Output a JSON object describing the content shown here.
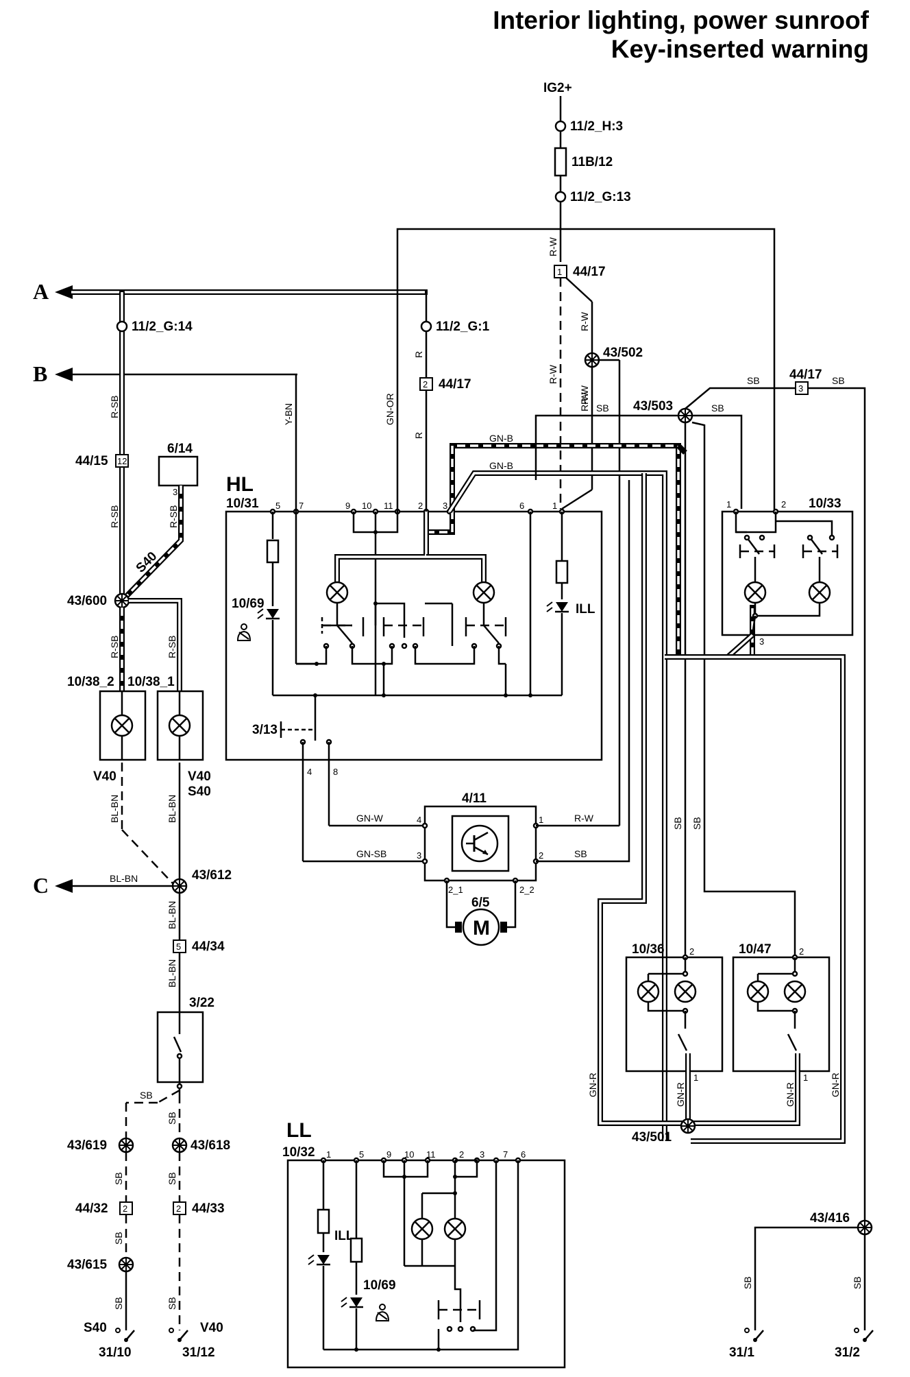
{
  "title": {
    "line1": "Interior lighting, power sunroof",
    "line2": "Key-inserted warning"
  },
  "supply": "IG2+",
  "connectors": {
    "c_11_2_H3": "11/2_H:3",
    "fuse": "11B/12",
    "c_11_2_G13": "11/2_G:13",
    "c_44_17_a": "44/17",
    "c_44_17_a_pin": "1",
    "c_43_502": "43/502",
    "c_11_2_G14": "11/2_G:14",
    "c_11_2_G1": "11/2_G:1",
    "c_44_17_b": "44/17",
    "c_44_17_b_pin": "2",
    "c_43_503": "43/503",
    "c_44_17_c": "44/17",
    "c_44_17_c_pin": "3",
    "c_44_15": "44/15",
    "c_44_15_pin": "12",
    "c_6_14": "6/14",
    "c_43_600": "43/600",
    "c_10_38_2": "10/38_2",
    "c_10_38_1": "10/38_1",
    "c_43_612": "43/612",
    "c_44_34": "44/34",
    "c_44_34_pin": "5",
    "c_3_22": "3/22",
    "c_43_619": "43/619",
    "c_43_618": "43/618",
    "c_44_32": "44/32",
    "c_44_32_pin": "2",
    "c_44_33": "44/33",
    "c_44_33_pin": "2",
    "c_43_615": "43/615",
    "c_31_10": "31/10",
    "c_31_12": "31/12",
    "c_31_1": "31/1",
    "c_31_2": "31/2",
    "c_43_416": "43/416",
    "c_43_501": "43/501",
    "c_10_31": "10/31",
    "c_10_69_hl": "10/69",
    "c_3_13": "3/13",
    "c_4_11": "4/11",
    "c_6_5": "6/5",
    "c_10_33": "10/33",
    "c_10_36": "10/36",
    "c_10_47": "10/47",
    "c_10_32": "10/32",
    "c_10_69_ll": "10/69"
  },
  "section_labels": {
    "hl": "HL",
    "ll": "LL",
    "ill_hl": "ILL",
    "ill_ll": "ILL",
    "motor": "M",
    "A": "A",
    "B": "B",
    "C": "C"
  },
  "variant_labels": {
    "v40_left": "V40",
    "v40_right": "V40",
    "s40_right": "S40",
    "s40_diag": "S40",
    "s40_bottom": "S40",
    "v40_bottom": "V40"
  },
  "wire_colors": {
    "r_sb_1": "R-SB",
    "r_sb_2": "R-SB",
    "r_sb_3": "R-SB",
    "r_sb_4": "R-SB",
    "r_sb_5": "R-SB",
    "y_bn": "Y-BN",
    "gn_or": "GN-OR",
    "r_1": "R",
    "r_2": "R",
    "rw_1": "R-W",
    "rw_2": "R-W",
    "rw_3": "R-W",
    "rw_4": "R-W",
    "rw_5": "R-W",
    "gn_b_1": "GN-B",
    "gn_b_2": "GN-B",
    "sb_1": "SB",
    "sb_2": "SB",
    "sb_3": "SB",
    "sb_4": "SB",
    "sb_5": "SB",
    "sb_6": "SB",
    "sb_7": "SB",
    "sb_8": "SB",
    "sb_9": "SB",
    "sb_10": "SB",
    "sb_11": "SB",
    "sb_12": "SB",
    "sb_13": "SB",
    "sb_14": "SB",
    "sb_15": "SB",
    "gn_w": "GN-W",
    "gn_sb": "GN-SB",
    "rw_motor": "R-W",
    "sb_motor": "SB",
    "bl_bn_1": "BL-BN",
    "bl_bn_2": "BL-BN",
    "bl_bn_3": "BL-BN",
    "bl_bn_4": "BL-BN",
    "bl_bn_5": "BL-BN",
    "gn_r_1": "GN-R",
    "gn_r_2": "GN-R",
    "gn_r_3": "GN-R",
    "gn_r_4": "GN-R"
  },
  "pins": {
    "hl_5": "5",
    "hl_7": "7",
    "hl_9": "9",
    "hl_10": "10",
    "hl_11": "11",
    "hl_2": "2",
    "hl_3": "3",
    "hl_6": "6",
    "hl_1": "1",
    "p3_13_4": "4",
    "p3_13_8": "8",
    "m_4": "4",
    "m_3": "3",
    "m_1": "1",
    "m_2": "2",
    "m_2_1": "2_1",
    "m_2_2": "2_2",
    "p10_33_1": "1",
    "p10_33_2": "2",
    "p10_33_3": "3",
    "p10_36_2": "2",
    "p10_36_1": "1",
    "p10_47_2": "2",
    "p10_47_1": "1",
    "ll_1": "1",
    "ll_5": "5",
    "ll_9": "9",
    "ll_10": "10",
    "ll_11": "11",
    "ll_2": "2",
    "ll_3": "3",
    "ll_7": "7",
    "ll_6": "6",
    "p6_14_3": "3"
  },
  "colors": {
    "ink": "#000000",
    "paper": "#ffffff"
  }
}
